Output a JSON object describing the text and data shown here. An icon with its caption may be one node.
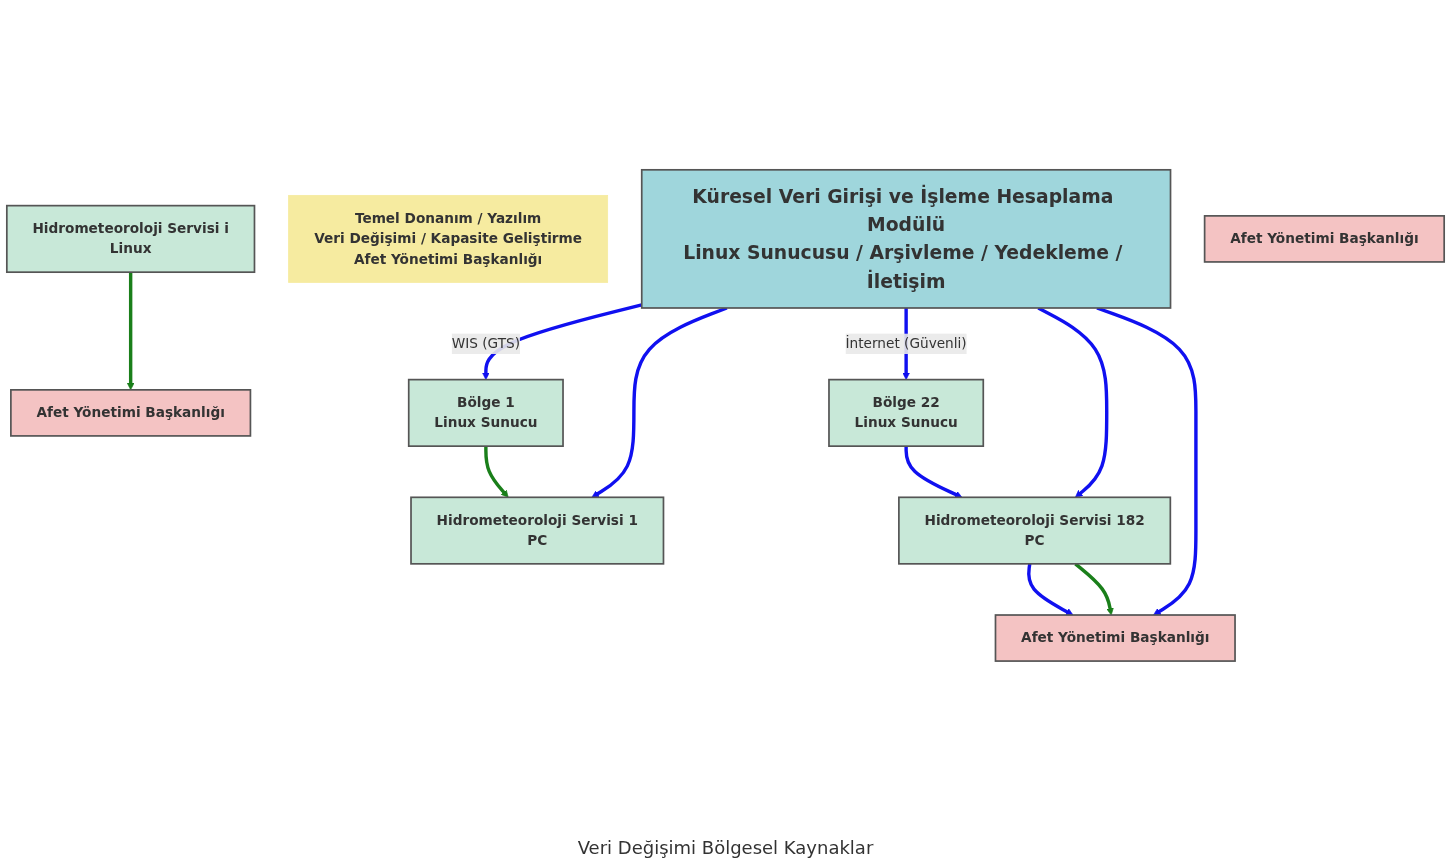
{
  "diagram": {
    "nodes": [
      {
        "text": [
          "Küresel Veri Girişi ve İşleme Hesaplama Modülü",
          "Linux Sunucusu / Arşivleme / Yedekleme / İletişim"
        ]
      },
      {
        "text": [
          "Bölge 1",
          "Linux Sunucu"
        ]
      },
      {
        "text": [
          "Bölge 22",
          "Linux Sunucu"
        ]
      },
      {
        "text": [
          "Temel Donanım / Yazılım",
          "Veri Değişimi / Kapasite Geliştirme",
          "Afet Yönetimi Başkanlığı"
        ]
      },
      {
        "text": [
          "Hidrometeoroloji Servisi 1",
          "PC"
        ]
      },
      {
        "text": [
          "Hidrometeoroloji Servisi i",
          "Linux"
        ]
      },
      {
        "text": [
          "Hidrometeoroloji Servisi 182",
          "PC"
        ]
      },
      {
        "text": [
          "Afet Yönetimi Başkanlığı"
        ]
      },
      {
        "text": [
          "Afet Yönetimi Başkanlığı"
        ]
      },
      {
        "text": [
          "Afet Yönetimi Başkanlığı"
        ]
      }
    ],
    "edges": [
      {
        "from": 0,
        "to": 1,
        "arrow": "to",
        "label": "WIS (GTS)"
      },
      {
        "from": 0,
        "to": 4,
        "arrow": "to"
      },
      {
        "from": 0,
        "to": 2,
        "arrow": "to",
        "label": "İnternet (Güvenli)"
      },
      {
        "from": 0,
        "to": 6,
        "arrow": "to"
      },
      {
        "from": 0,
        "to": 9,
        "arrow": "to"
      },
      {
        "from": 2,
        "to": 6,
        "arrow": "to"
      },
      {
        "from": 6,
        "to": 9,
        "arrow": "to"
      },
      {
        "from": 1,
        "to": 4,
        "arrow": "to",
        "color": "#1a7f1a"
      },
      {
        "from": 5,
        "to": 8,
        "arrow": "to",
        "color": "#1a7f1a"
      },
      {
        "from": 6,
        "to": 9,
        "arrow": "to",
        "color": "#1a7f1a"
      }
    ],
    "labels": [
      "Veri Değişimi Bölgesel Kaynaklar"
    ]
  }
}
